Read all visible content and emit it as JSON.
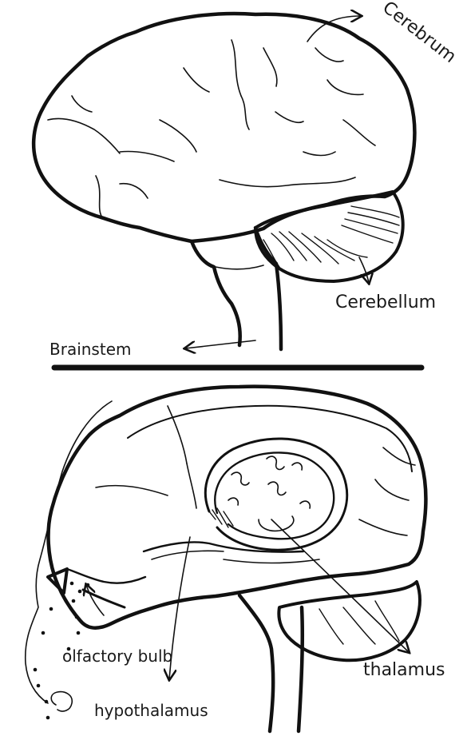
{
  "labels": {
    "cerebrum": "Cerebrum",
    "cerebellum": "Cerebellum",
    "brainstem": "Brainstem",
    "olfactory_bulb": "olfactory bulb",
    "thalamus": "thalamus",
    "hypothalamus": "hypothalamus"
  },
  "colors": {
    "ink": "#111111",
    "paper": "#ffffff"
  }
}
